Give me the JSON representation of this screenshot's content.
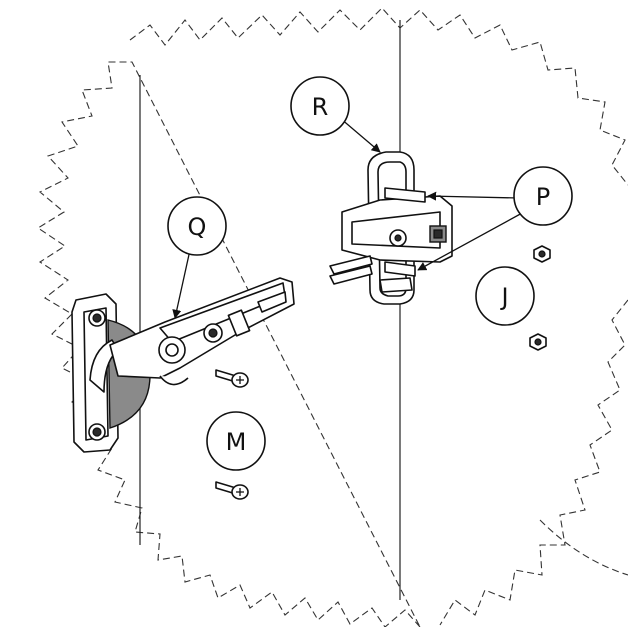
{
  "figure": {
    "callouts": [
      {
        "id": "R",
        "text": "R"
      },
      {
        "id": "Q",
        "text": "Q"
      },
      {
        "id": "P",
        "text": "P"
      },
      {
        "id": "J",
        "text": "J"
      },
      {
        "id": "M",
        "text": "M"
      }
    ]
  },
  "colors": {
    "line": "#111111",
    "fill": "#ffffff",
    "shade": "#8a8a8a",
    "dark": "#2a2a2a"
  }
}
